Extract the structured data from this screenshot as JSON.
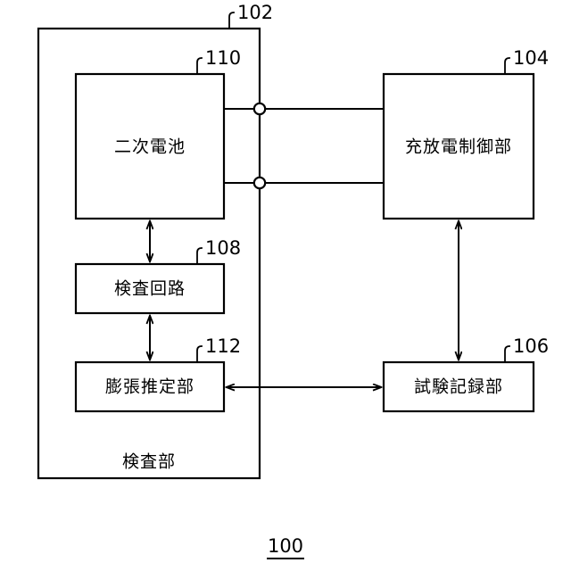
{
  "figure": {
    "number": "100",
    "underlined": true
  },
  "outer_unit": {
    "ref": "102",
    "label": "検査部"
  },
  "blocks": [
    {
      "ref": "110",
      "label": "二次電池"
    },
    {
      "ref": "108",
      "label": "検査回路"
    },
    {
      "ref": "112",
      "label": "膨張推定部"
    },
    {
      "ref": "104",
      "label": "充放電制御部"
    },
    {
      "ref": "106",
      "label": "試験記録部"
    }
  ],
  "terminals": [
    {
      "name": "positive-terminal"
    },
    {
      "name": "negative-terminal"
    }
  ],
  "connections": [
    {
      "from": "110",
      "to": "104",
      "style": "plain-line",
      "via": "positive-terminal"
    },
    {
      "from": "110",
      "to": "104",
      "style": "plain-line",
      "via": "negative-terminal"
    },
    {
      "from": "110",
      "to": "108",
      "style": "double-arrow"
    },
    {
      "from": "108",
      "to": "112",
      "style": "double-arrow"
    },
    {
      "from": "112",
      "to": "106",
      "style": "double-arrow"
    },
    {
      "from": "104",
      "to": "106",
      "style": "double-arrow"
    }
  ],
  "colors": {
    "line": "#000000",
    "fill": "#ffffff",
    "background": "#ffffff"
  }
}
